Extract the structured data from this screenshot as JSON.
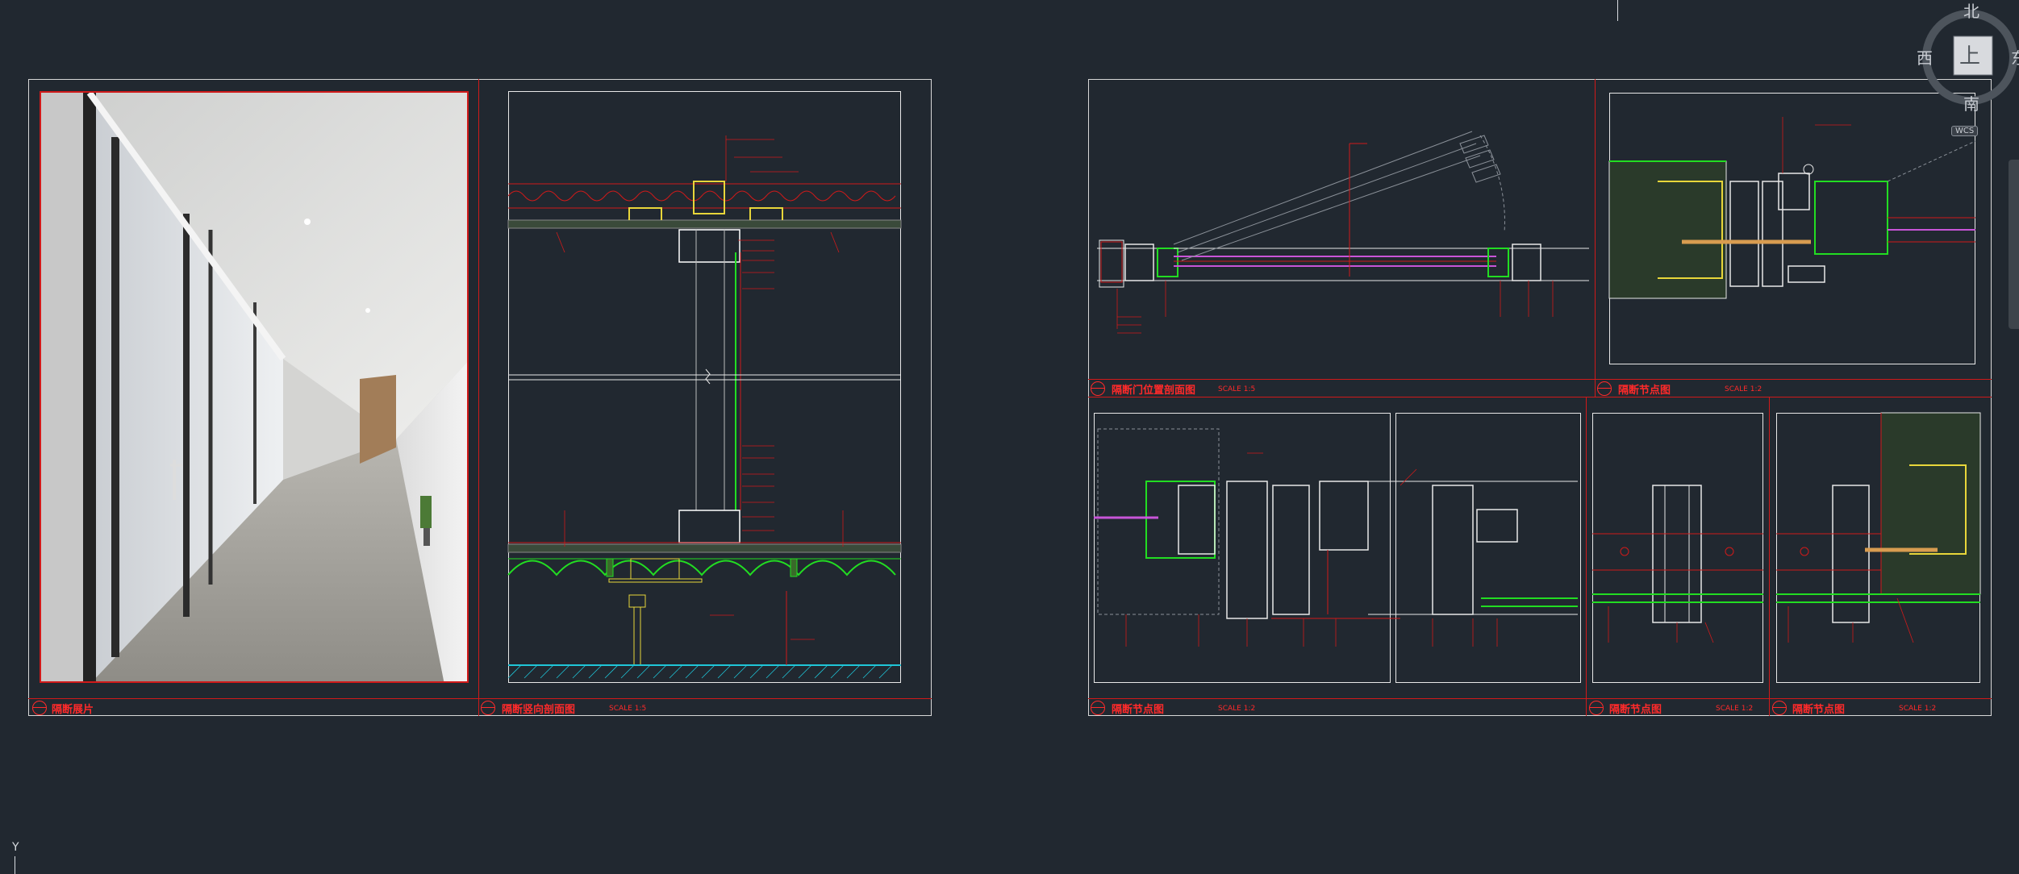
{
  "viewcube": {
    "north": "北",
    "south": "南",
    "east": "东",
    "west": "西",
    "top_face": "上",
    "wcs_label": "WCS"
  },
  "ucs": {
    "y_label": "Y"
  },
  "sheets": {
    "left": {
      "panel_photo_title": "隔断展片",
      "panel_section_title": "隔断竖向剖面图",
      "panel_section_scale": "SCALE 1:5"
    },
    "right": {
      "door_title": "隔断门位置剖面图",
      "door_scale": "SCALE 1:5",
      "node_top_title": "隔断节点图",
      "node_top_scale": "SCALE 1:2",
      "node_bl_title": "隔断节点图",
      "node_bl_scale": "SCALE 1:2",
      "node_bm_title": "隔断节点图",
      "node_bm_scale": "SCALE 1:2",
      "node_br_title": "隔断节点图",
      "node_br_scale": "SCALE 1:2"
    }
  },
  "colors": {
    "background": "#212830",
    "annotation_red": "#ff2a2a",
    "profile_green": "#22dd22",
    "profile_yellow": "#e8d63a",
    "hatch_cyan": "#1fc6d8",
    "frame_white": "#e8e8e8"
  }
}
